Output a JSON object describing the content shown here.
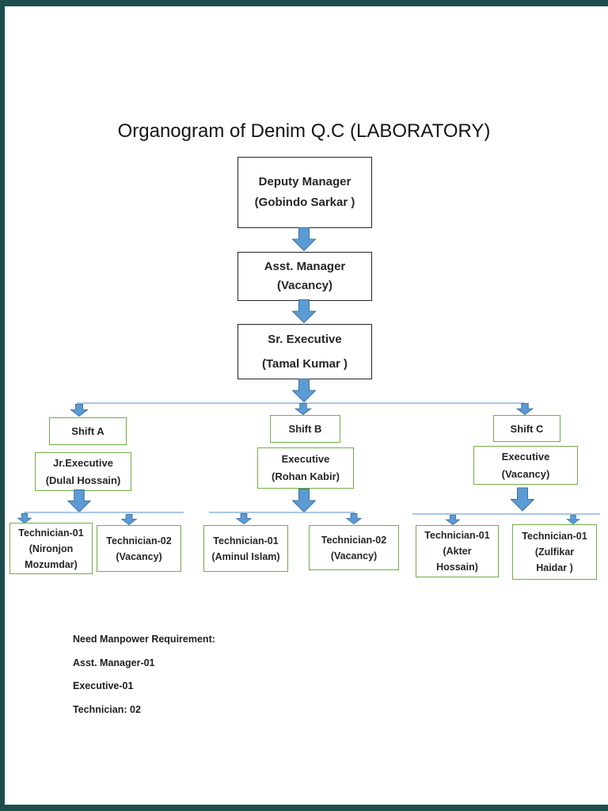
{
  "page": {
    "title": "Organogram of Denim Q.C (LABORATORY)"
  },
  "colors": {
    "viewer_frame": "#1d4d4d",
    "arrow_fill": "#5b9bd5",
    "arrow_border": "#41719c",
    "connector_line": "#a9c7e6",
    "branch_box_border": "#70ad47",
    "main_box_border": "#262626",
    "text": "#262626"
  },
  "org": {
    "nodes": {
      "deputy": {
        "lines": [
          "Deputy Manager",
          "(Gobindo Sarkar )"
        ]
      },
      "asst": {
        "lines": [
          "Asst. Manager",
          "(Vacancy)"
        ]
      },
      "senior": {
        "lines": [
          "Sr. Executive",
          "(Tamal Kumar )"
        ]
      }
    },
    "branches": [
      {
        "shift": "Shift A",
        "lead": {
          "lines": [
            "Jr.Executive",
            "(Dulal Hossain)"
          ]
        },
        "members": [
          {
            "lines": [
              "Technician-01",
              "(Nironjon",
              "Mozumdar)"
            ]
          },
          {
            "lines": [
              "Technician-02",
              "(Vacancy)"
            ]
          }
        ]
      },
      {
        "shift": "Shift B",
        "lead": {
          "lines": [
            "Executive",
            "(Rohan Kabir)"
          ]
        },
        "members": [
          {
            "lines": [
              "Technician-01",
              "(Aminul Islam)"
            ]
          },
          {
            "lines": [
              "Technician-02",
              "(Vacancy)"
            ]
          }
        ]
      },
      {
        "shift": "Shift C",
        "lead": {
          "lines": [
            "Executive",
            "(Vacancy)"
          ]
        },
        "members": [
          {
            "lines": [
              "Technician-01",
              "(Akter",
              "Hossain)"
            ]
          },
          {
            "lines": [
              "Technician-01",
              "(Zulfikar",
              "Haidar )"
            ]
          }
        ]
      }
    ]
  },
  "footer": {
    "heading": "Need Manpower Requirement:",
    "items": [
      "Asst. Manager-01",
      "Executive-01",
      "Technician: 02"
    ]
  }
}
